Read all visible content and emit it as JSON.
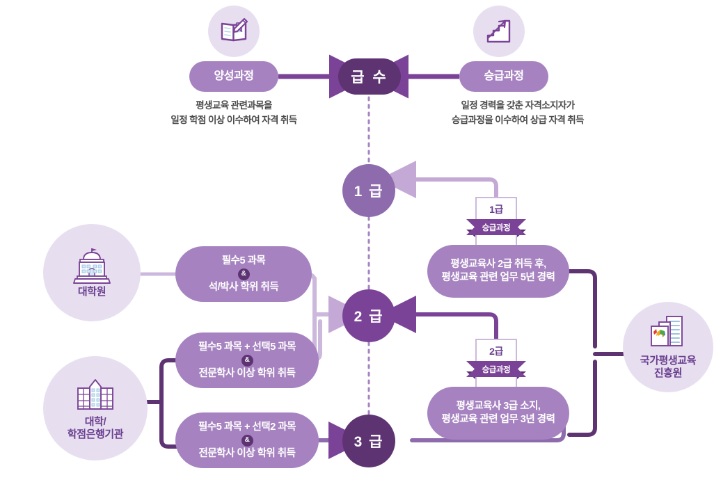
{
  "title_flow": {
    "center_label": "급 수",
    "left_pill": "양성과정",
    "right_pill": "승급과정",
    "left_icon": "book-pencil-icon",
    "right_icon": "stairs-arrow-icon",
    "left_caption": "평생교육 관련과목을\n일정 학점 이상 이수하여 자격 취득",
    "right_caption": "일정 경력을 갖춘 자격소지자가\n승급과정을 이수하여 상급 자격 취득"
  },
  "grades": [
    {
      "label": "1 급",
      "color": "#8e6bad"
    },
    {
      "label": "2 급",
      "color": "#7b4397"
    },
    {
      "label": "3 급",
      "color": "#5d3372"
    }
  ],
  "institutions": [
    {
      "name": "대학원",
      "icon": "graduate-school-building-icon"
    },
    {
      "name": "대학/\n학점은행기관",
      "icon": "university-building-icon"
    },
    {
      "name": "국가평생교육\n진흥원",
      "icon": "certificate-document-icon"
    }
  ],
  "left_requirements": [
    {
      "line1": "필수5 과목",
      "amp": "&",
      "line2": "석/박사 학위 취득"
    },
    {
      "line1": "필수5 과목 + 선택5 과목",
      "amp": "&",
      "line2": "전문학사 이상 학위 취득"
    },
    {
      "line1": "필수5 과목 + 선택2 과목",
      "amp": "&",
      "line2": "전문학사 이상 학위 취득"
    }
  ],
  "promotion_badges": [
    {
      "grade": "1급",
      "ribbon": "승급과정"
    },
    {
      "grade": "2급",
      "ribbon": "승급과정"
    }
  ],
  "right_requirements": [
    {
      "line1": "평생교육사 2급 취득 후,",
      "line2": "평생교육 관련 업무 5년 경력"
    },
    {
      "line1": "평생교육사 3급 소지,",
      "line2": "평생교육 관련 업무 3년 경력"
    }
  ],
  "colors": {
    "deep_purple": "#5d3372",
    "mid_purple": "#7b4397",
    "light_purple": "#a683c0",
    "pale_purple": "#cdb8dd",
    "disc_bg": "#e7dff0",
    "caption_gray": "#4b4b4b"
  }
}
